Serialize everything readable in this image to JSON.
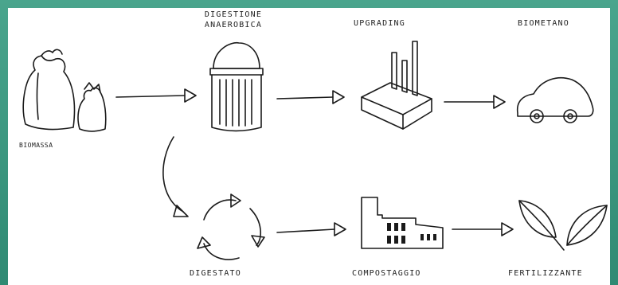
{
  "labels": {
    "biomass": "BIOMASSA",
    "digestion_line1": "DIGESTIONE",
    "digestion_line2": "ANAEROBICA",
    "upgrading": "UPGRADING",
    "biomethane": "BIOMETANO",
    "digestate": "DIGESTATO",
    "composting": "COMPOSTAGGIO",
    "fertilizer": "FERTILIZZANTE"
  },
  "icons": {
    "biomass": "garbage-bags-icon",
    "digestion": "anaerobic-digester-icon",
    "upgrading": "factory-chimneys-icon",
    "biomethane": "car-icon",
    "digestate": "recycle-cycle-icon",
    "composting": "compost-plant-icon",
    "fertilizer": "leaves-icon"
  },
  "colors": {
    "background": "#3f9a83",
    "paper": "#ffffff",
    "ink": "#1a1a1a"
  }
}
